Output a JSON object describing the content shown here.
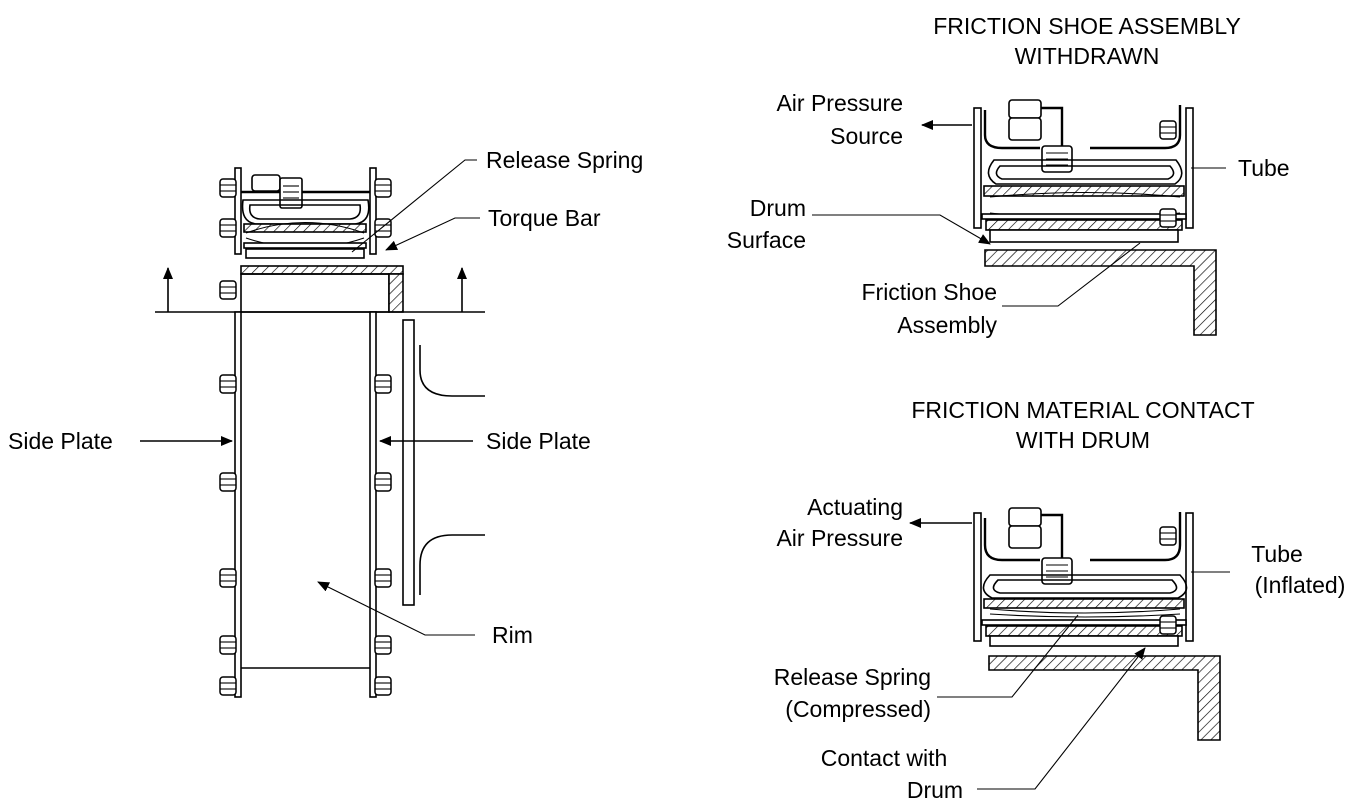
{
  "left_view": {
    "labels": {
      "release_spring": "Release Spring",
      "torque_bar": "Torque Bar",
      "side_plate_left": "Side Plate",
      "side_plate_right": "Side Plate",
      "rim": "Rim"
    }
  },
  "withdrawn_view": {
    "title_line1": "FRICTION SHOE ASSEMBLY",
    "title_line2": "WITHDRAWN",
    "labels": {
      "air_line1": "Air Pressure",
      "air_line2": "Source",
      "tube": "Tube",
      "drum_line1": "Drum",
      "drum_line2": "Surface",
      "shoe_line1": "Friction Shoe",
      "shoe_line2": "Assembly"
    }
  },
  "contact_view": {
    "title_line1": "FRICTION MATERIAL CONTACT",
    "title_line2": "WITH DRUM",
    "labels": {
      "air_line1": "Actuating",
      "air_line2": "Air Pressure",
      "tube_line1": "Tube",
      "tube_line2": "(Inflated)",
      "spring_line1": "Release Spring",
      "spring_line2": "(Compressed)",
      "contact_line1": "Contact with",
      "contact_line2": "Drum"
    }
  }
}
